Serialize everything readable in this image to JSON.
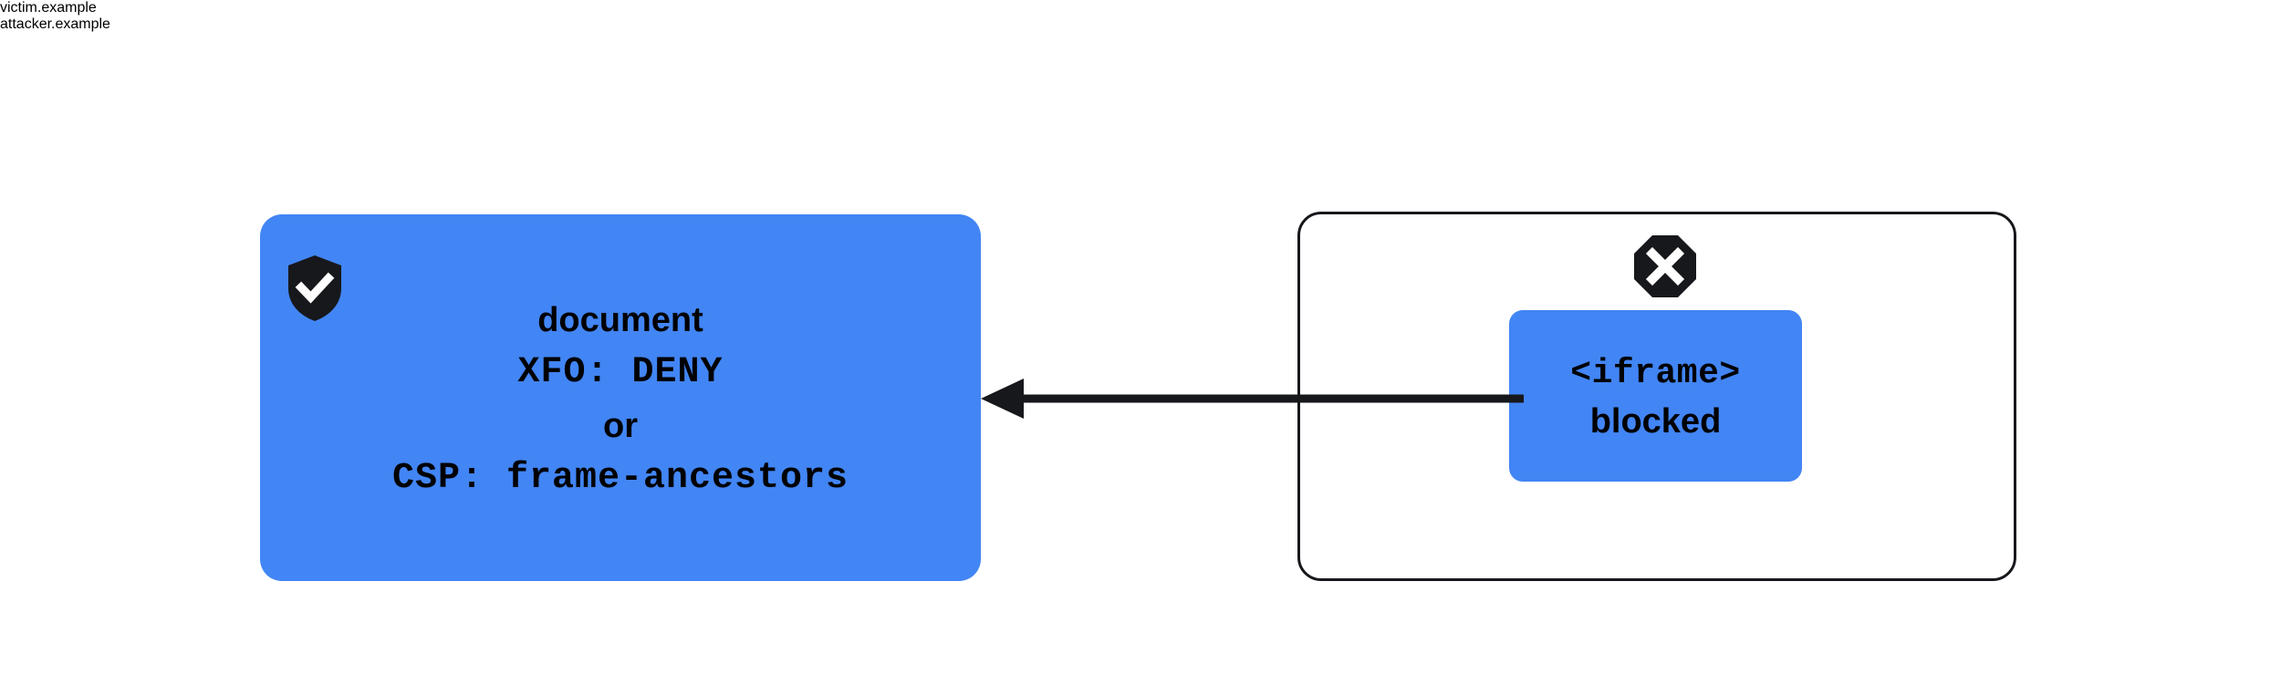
{
  "diagram": {
    "title_origins": {
      "victim": "victim.example",
      "attacker": "attacker.example"
    },
    "victim_panel": {
      "icon": "shield-check-icon",
      "lines": [
        {
          "text": "document",
          "style": "sans"
        },
        {
          "text": "XFO: DENY",
          "style": "mono"
        },
        {
          "text": "or",
          "style": "sans"
        },
        {
          "text": "CSP: frame-ancestors",
          "style": "mono"
        }
      ]
    },
    "attacker_panel": {
      "icon": "blocked-octagon-x-icon",
      "iframe_box": {
        "lines": [
          {
            "text": "<iframe>",
            "style": "mono"
          },
          {
            "text": "blocked",
            "style": "sans"
          }
        ]
      }
    },
    "connector": {
      "name": "framing-attempt-blocked-arrow",
      "direction": "right-to-left",
      "from": "attacker.example <iframe>",
      "to": "victim.example document"
    },
    "colors": {
      "accent_blue": "#4285f4",
      "ink": "#17181c",
      "page_background": "#ffffff",
      "icon_glyph": "#ffffff"
    }
  }
}
